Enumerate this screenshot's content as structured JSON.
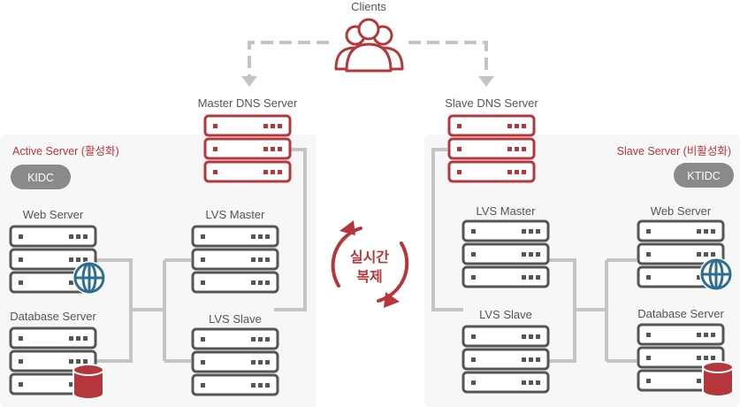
{
  "clients": {
    "label": "Clients"
  },
  "dns": {
    "master_label": "Master DNS Server",
    "slave_label": "Slave DNS Server"
  },
  "active": {
    "title": "Active Server (활성화)",
    "idc": "KIDC",
    "web_label": "Web Server",
    "db_label": "Database Server",
    "lvs_master_label": "LVS Master",
    "lvs_slave_label": "LVS Slave"
  },
  "standby": {
    "title": "Slave Server (비활성화)",
    "idc": "KTIDC",
    "web_label": "Web Server",
    "db_label": "Database Server",
    "lvs_master_label": "LVS Master",
    "lvs_slave_label": "LVS Slave"
  },
  "sync": {
    "line1": "실시간",
    "line2": "복제"
  },
  "colors": {
    "accent": "#b5373c",
    "server_body": "#ffffff",
    "server_stroke": "#555555",
    "connector": "#c4c4c4",
    "badge": "#8a8a8a",
    "globe": "#2e6e8e",
    "panel": "#f7f7f7"
  }
}
